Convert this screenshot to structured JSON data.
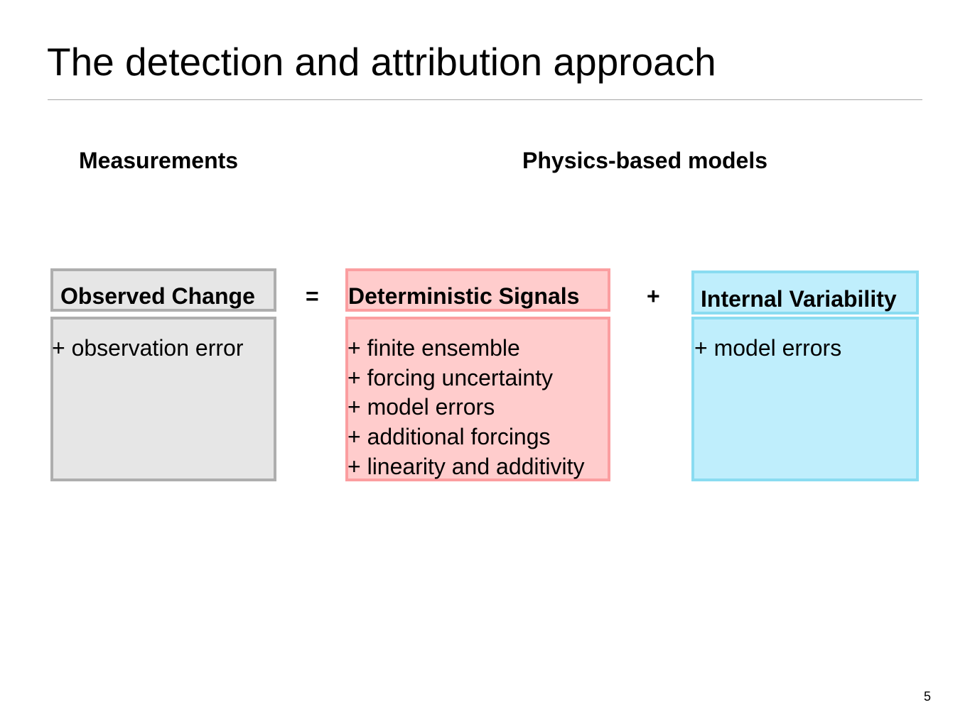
{
  "slide": {
    "title": "The detection and attribution approach",
    "page_number": "5"
  },
  "sections": {
    "measurements": "Measurements",
    "models": "Physics-based models"
  },
  "equation": {
    "equals": "=",
    "plus": "+"
  },
  "terms": [
    {
      "title": "Observed Change",
      "items": [
        "+ observation error"
      ],
      "color": "#e6e6e6",
      "border": "#aeaeae"
    },
    {
      "title": "Deterministic Signals",
      "items": [
        "+ finite ensemble",
        "+ forcing uncertainty",
        "+ model errors",
        "+ additional forcings",
        "+ linearity and additivity"
      ],
      "color": "#ffcccc",
      "border": "#fb9ea0"
    },
    {
      "title": "Internal Variability",
      "items": [
        "+ model errors"
      ],
      "color": "#bfeefc",
      "border": "#8adcf1"
    }
  ]
}
